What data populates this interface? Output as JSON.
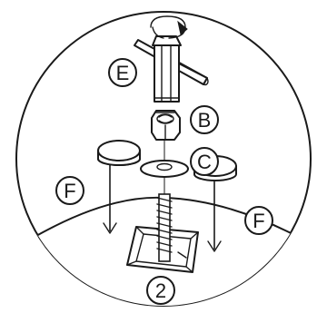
{
  "labels": {
    "wrench": "E",
    "nut": "B",
    "washer": "C",
    "pad_left": "F",
    "pad_right": "F",
    "step": "2"
  },
  "colors": {
    "line": "#1a1a1a",
    "background": "#ffffff",
    "shade": "#d6d6d6"
  }
}
